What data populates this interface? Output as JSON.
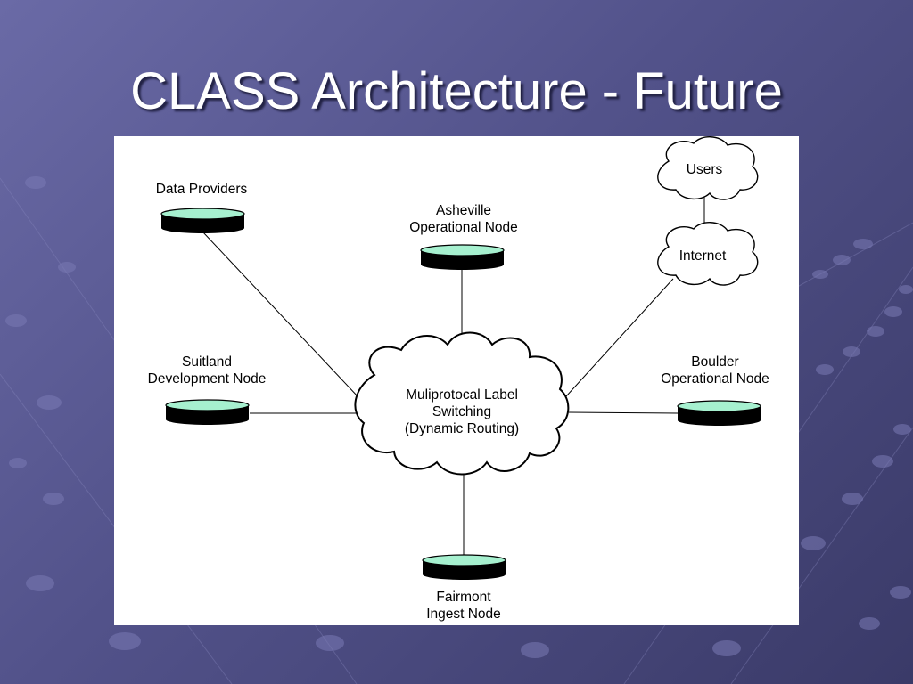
{
  "slide": {
    "title": "CLASS Architecture - Future"
  },
  "colors": {
    "background": "#5a5a94",
    "disk_top": "#a6f0cf",
    "disk_body": "#000000"
  },
  "diagram": {
    "nodes": {
      "data_providers": {
        "label": "Data Providers"
      },
      "asheville": {
        "line1": "Asheville",
        "line2": "Operational Node"
      },
      "suitland": {
        "line1": "Suitland",
        "line2": "Development Node"
      },
      "boulder": {
        "line1": "Boulder",
        "line2": "Operational Node"
      },
      "fairmont": {
        "line1": "Fairmont",
        "line2": "Ingest Node"
      },
      "users": {
        "label": "Users"
      },
      "internet": {
        "label": "Internet"
      },
      "mpls": {
        "line1": "Muliprotocal Label",
        "line2": "Switching",
        "line3": "(Dynamic Routing)"
      }
    }
  }
}
